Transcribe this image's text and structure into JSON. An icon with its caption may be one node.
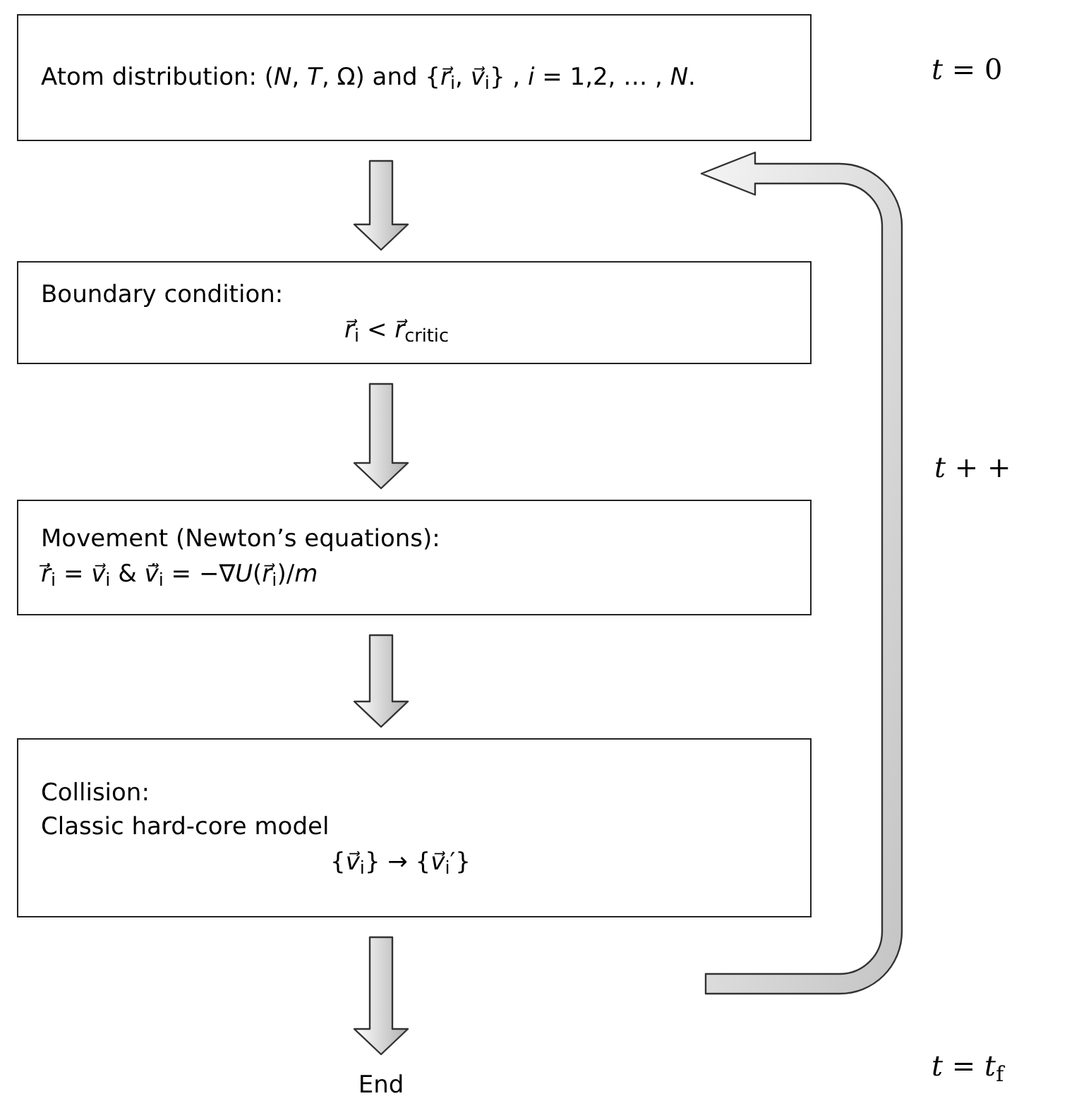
{
  "diagram": {
    "nodes": [
      {
        "text": [
          "Atom distribution: (*N*, *T*, Ω) and {*r⃗*$_{i}$, *v⃗*$_{i}$} , *i* = 1,2, … , *N*."
        ]
      },
      {
        "text": [
          "Boundary condition:",
          "*r⃗*$_{i}$ < *r⃗*$_{critic}$"
        ]
      },
      {
        "text": [
          "Movement (Newton’s equations):",
          "*ṙ⃗*$_{i}$ = *v⃗*$_{i}$ & *v̇⃗*$_{i}$ = −∇*U*(*r⃗*$_{i}$)/*m*"
        ]
      },
      {
        "text": [
          "Collision:",
          "Classic hard-core model",
          "{*v⃗*$_{i}$} → {*v⃗*$_{i}$′}"
        ]
      },
      {
        "text": [
          "End"
        ]
      }
    ],
    "edges": [
      {
        "from": 0,
        "to": 1,
        "arrow": "to"
      },
      {
        "from": 1,
        "to": 2,
        "arrow": "to"
      },
      {
        "from": 2,
        "to": 3,
        "arrow": "to"
      },
      {
        "from": 3,
        "to": 4,
        "arrow": "to"
      },
      {
        "from": 3,
        "to": 1,
        "arrow": "to"
      }
    ],
    "labels": [
      "*t* = 0",
      "*t* + +",
      "*t* = *t*$_{f}$"
    ]
  }
}
